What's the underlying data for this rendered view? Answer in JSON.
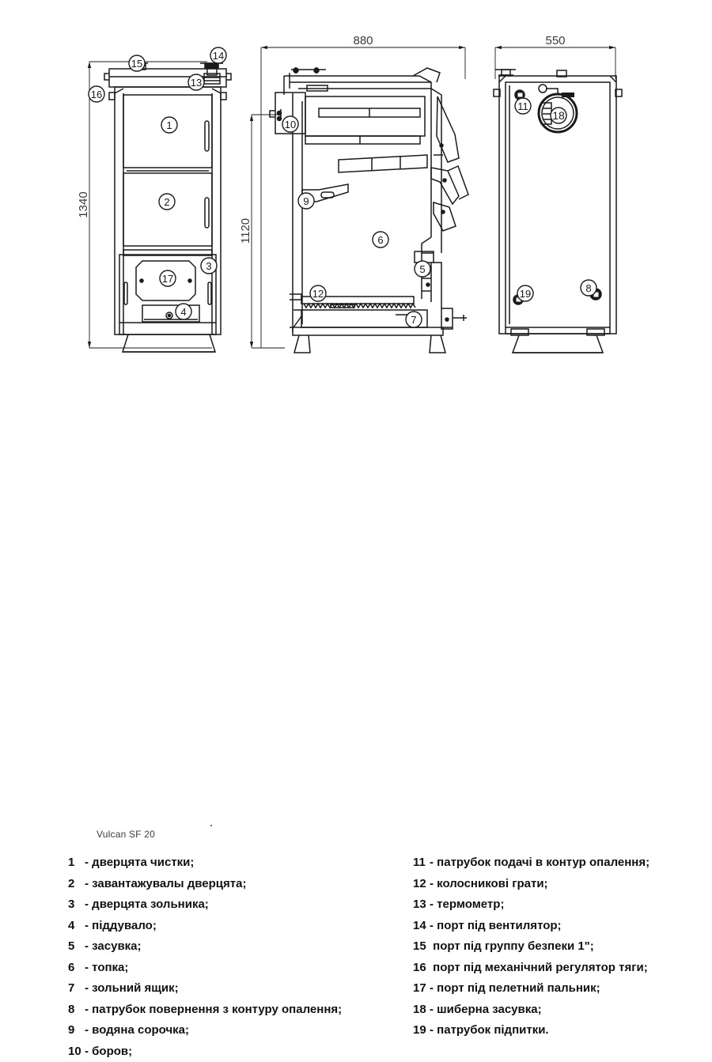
{
  "title": "Vulcan SF 20 boiler technical drawing",
  "model": {
    "label": "Vulcan SF 20"
  },
  "dimensions": {
    "front_height": "1340",
    "section_width": "880",
    "section_height": "1120",
    "rear_width": "550"
  },
  "views": {
    "front": {
      "name": "front-elevation",
      "callouts": [
        "1",
        "2",
        "3",
        "4",
        "13",
        "14",
        "15",
        "16",
        "17"
      ]
    },
    "section": {
      "name": "side-section",
      "callouts": [
        "5",
        "6",
        "7",
        "9",
        "10",
        "12"
      ]
    },
    "rear": {
      "name": "rear-elevation",
      "callouts": [
        "8",
        "11",
        "18",
        "19"
      ]
    }
  },
  "legend": {
    "left": [
      {
        "num": "1",
        "sep": "-",
        "text": "дверцята чистки;"
      },
      {
        "num": "2",
        "sep": "-",
        "text": "завантажувалы дверцята;"
      },
      {
        "num": "3",
        "sep": "-",
        "text": "дверцята зольника;"
      },
      {
        "num": "4",
        "sep": "-",
        "text": "піддувало;"
      },
      {
        "num": "5",
        "sep": "-",
        "text": "засувка;"
      },
      {
        "num": "6",
        "sep": "-",
        "text": "топка;"
      },
      {
        "num": "7",
        "sep": "-",
        "text": "зольний ящик;"
      },
      {
        "num": "8",
        "sep": "-",
        "text": "патрубок повернення з контуру опалення;"
      },
      {
        "num": "9",
        "sep": "-",
        "text": "водяна сорочка;"
      },
      {
        "num": "10",
        "sep": "-",
        "text": "боров;"
      }
    ],
    "right": [
      {
        "num": "11",
        "sep": "-",
        "text": "патрубок подачі в контур опалення;"
      },
      {
        "num": "12",
        "sep": "-",
        "text": "колосникові грати;"
      },
      {
        "num": "13",
        "sep": "-",
        "text": "термометр;"
      },
      {
        "num": "14",
        "sep": "-",
        "text": "порт під вентилятор;"
      },
      {
        "num": "15",
        "sep": " ",
        "text": "порт під группу безпеки 1\";"
      },
      {
        "num": "16",
        "sep": " ",
        "text": "порт під механічний регулятор тяги;"
      },
      {
        "num": "17",
        "sep": "-",
        "text": "порт під пелетний пальник;"
      },
      {
        "num": "18",
        "sep": "-",
        "text": "шиберна засувка;"
      },
      {
        "num": "19",
        "sep": "-",
        "text": "патрубок підпитки."
      }
    ]
  },
  "colors": {
    "line": "#1a1a1a",
    "text": "#111111",
    "background": "#ffffff"
  }
}
